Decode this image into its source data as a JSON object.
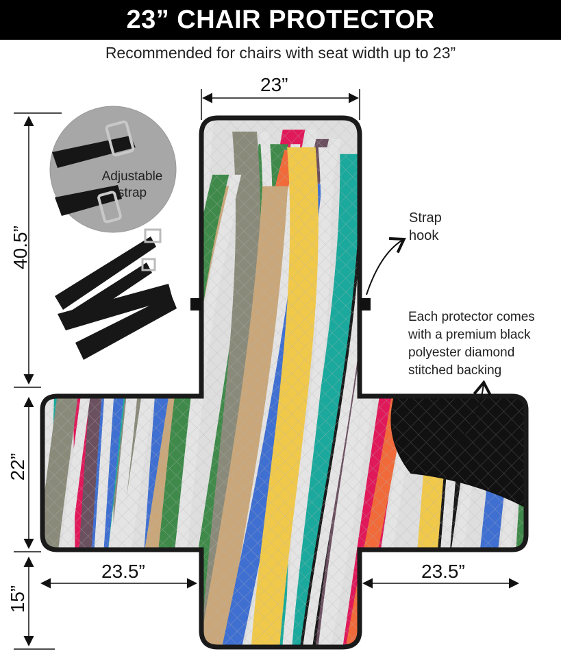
{
  "header": {
    "title": "23” CHAIR PROTECTOR"
  },
  "subtitle": "Recommended for chairs with seat width up to 23”",
  "dimensions": {
    "top_width": "23”",
    "back_height": "40.5”",
    "seat_height": "22”",
    "front_height": "15”",
    "left_arm": "23.5”",
    "right_arm": "23.5”"
  },
  "callouts": {
    "strap_label": "Adjustable strap",
    "strap_hook": "Strap hook",
    "backing_note": "Each protector comes with a premium black polyester diamond stitched backing"
  },
  "colors": {
    "header_bg": "#000000",
    "outline": "#1a1a1a",
    "quilt_base": "#dcdcdc",
    "stripes": [
      "#e0195a",
      "#1aa99c",
      "#3f6fd1",
      "#f0c84a",
      "#f06a3a",
      "#3f8a4a",
      "#6b5060",
      "#8a8a7a",
      "#c9a77a",
      "#1a1a1a"
    ]
  },
  "icons": [
    "strap-circle-image",
    "loose-strap-image",
    "arrow-icon"
  ]
}
